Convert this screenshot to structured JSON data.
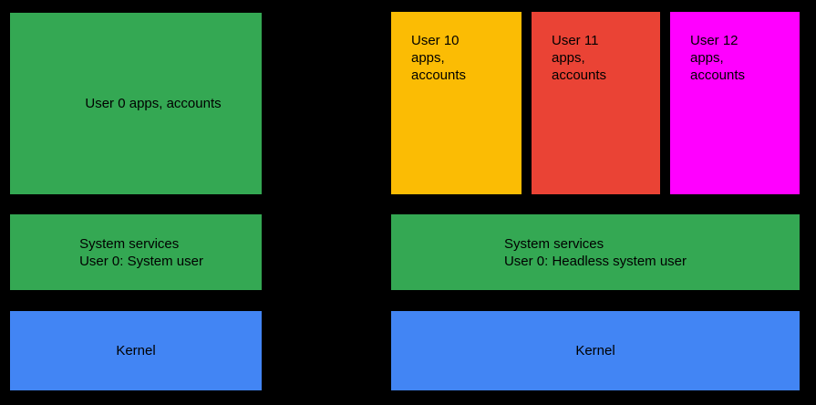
{
  "diagram": {
    "background_color": "#000000",
    "text_color": "#000000",
    "left_stack": {
      "apps_box": {
        "label": "User 0 apps, accounts",
        "color": "#34a853"
      },
      "system_services_box": {
        "label": "System services\nUser 0: System user",
        "line1": "System services",
        "line2": "User 0: System user",
        "color": "#34a853"
      },
      "kernel_box": {
        "label": "Kernel",
        "color": "#4285f4"
      }
    },
    "right_stack": {
      "app_boxes": [
        {
          "label": "User 10\napps,\naccounts",
          "color": "#fbbc04"
        },
        {
          "label": "User 11\napps,\naccounts",
          "color": "#ea4335"
        },
        {
          "label": "User 12\napps,\naccounts",
          "color": "#ff00ff"
        }
      ],
      "system_services_box": {
        "label": "System services\nUser 0: Headless system user",
        "line1": "System services",
        "line2": "User 0: Headless system user",
        "color": "#34a853"
      },
      "kernel_box": {
        "label": "Kernel",
        "color": "#4285f4"
      }
    }
  }
}
